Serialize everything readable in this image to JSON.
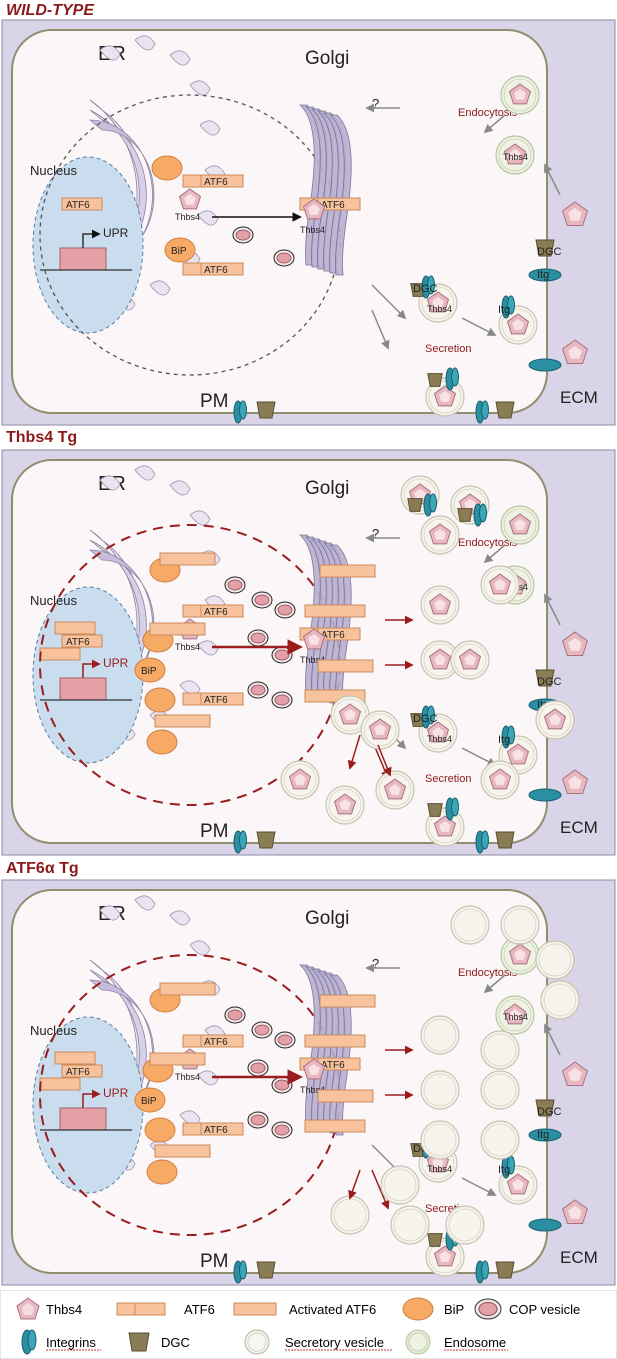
{
  "panels": [
    {
      "title": "WILD-TYPE",
      "labels": {
        "er": "ER",
        "golgi": "Golgi",
        "nucleus": "Nucleus",
        "atf6": "ATF6",
        "upr": "UPR",
        "thbs4": "Thbs4",
        "bip": "BiP",
        "dgc": "DGC",
        "itg": "Itg",
        "endocytosis": "Endocytosis",
        "secretion": "Secretion",
        "pm": "PM",
        "ecm": "ECM",
        "question": "?"
      }
    },
    {
      "title": "Thbs4 Tg",
      "labels": {
        "er": "ER",
        "golgi": "Golgi",
        "nucleus": "Nucleus",
        "atf6": "ATF6",
        "upr": "UPR",
        "thbs4": "Thbs4",
        "bip": "BiP",
        "dgc": "DGC",
        "itg": "Itg",
        "endocytosis": "Endocytosis",
        "secretion": "Secretion",
        "pm": "PM",
        "ecm": "ECM",
        "question": "?"
      }
    },
    {
      "title": "ATF6α Tg",
      "labels": {
        "er": "ER",
        "golgi": "Golgi",
        "nucleus": "Nucleus",
        "atf6": "ATF6",
        "upr": "UPR",
        "thbs4": "Thbs4",
        "bip": "BiP",
        "dgc": "DGC",
        "itg": "Itg",
        "endocytosis": "Endocytosis",
        "secretion": "Secretion",
        "pm": "PM",
        "ecm": "ECM",
        "question": "?"
      }
    }
  ],
  "legend": {
    "thbs4": "Thbs4",
    "atf6": "ATF6",
    "activated_atf6": "Activated ATF6",
    "bip": "BiP",
    "cop_vesicle": "COP vesicle",
    "integrins": "Integrins",
    "dgc": "DGC",
    "secretory_vesicle": "Secretory vesicle",
    "endosome": "Endosome"
  },
  "colors": {
    "title": "#8b1a1a",
    "cell_fill": "#fbf6f8",
    "ecm_fill": "#d9d4e8",
    "er_fill": "#e9e4f0",
    "golgi_fill": "#b8b0d0",
    "nucleus_fill": "#c9ddef",
    "atf6_fill": "#f8c39c",
    "bip_fill": "#f7a966",
    "thbs4_fill": "#e8b8c0",
    "integrin_fill": "#2a8fa0",
    "dgc_fill": "#8a7d55",
    "arrow_dark_red": "#9b1c1c"
  }
}
